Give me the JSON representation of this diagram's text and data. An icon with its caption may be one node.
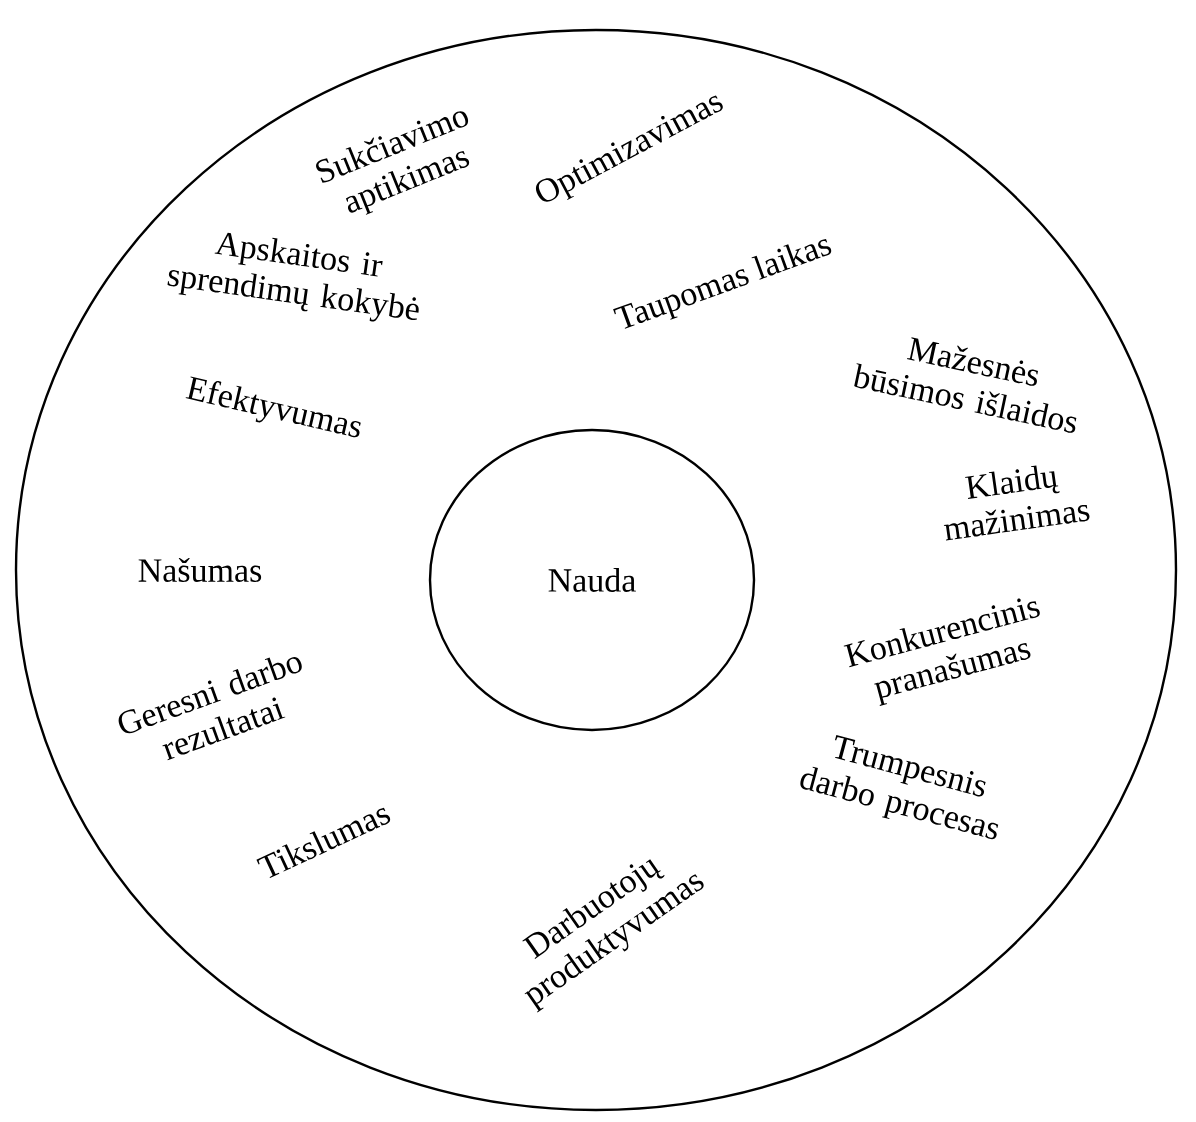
{
  "diagram": {
    "nodes": [
      {
        "text": [],
        "shape": "circle"
      },
      {
        "text": [
          "Nauda"
        ],
        "in": 0
      }
    ],
    "edges": [],
    "labels": [
      "Sukčiavimo aptikimas",
      "Optimizavimas",
      "Apskaitos ir sprendimų kokybė",
      "Taupomas laikas",
      "Mažesnės būsimos išlaidos",
      "Efektyvumas",
      "Klaidų mažinimas",
      "Našumas",
      "Konkurencinis pranašumas",
      "Geresni darbo rezultatai",
      "Trumpesnis darbo procesas",
      "Tikslumas",
      "Darbuotojų produktyvumas"
    ]
  }
}
